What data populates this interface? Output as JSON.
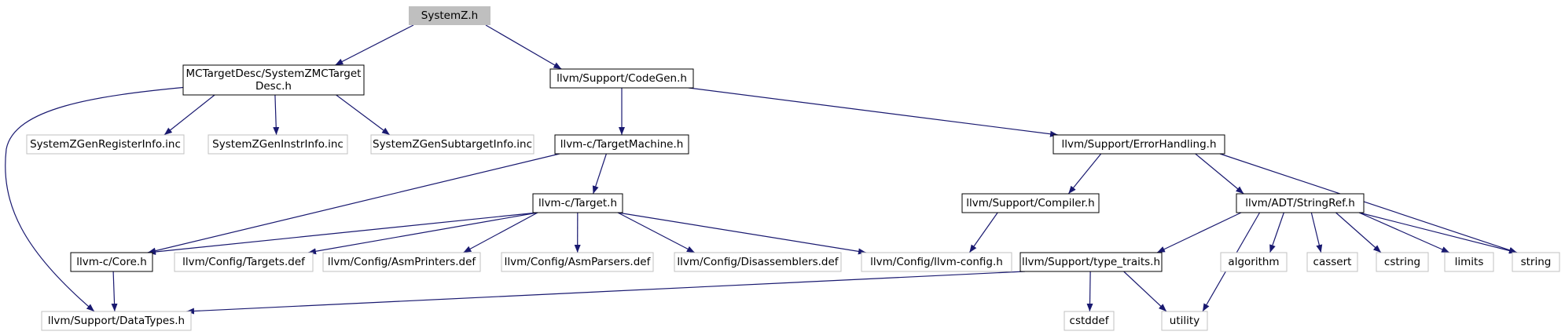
{
  "colors": {
    "edge": "#191970",
    "root_fill": "#bfbfbf",
    "dark_border": "#000000",
    "light_border": "#c0c0c0",
    "background": "#ffffff"
  },
  "nodes": [
    {
      "id": "systemz",
      "lines": [
        "SystemZ.h"
      ],
      "style": "root"
    },
    {
      "id": "mctarget",
      "lines": [
        "MCTargetDesc/SystemZMCTarget",
        "Desc.h"
      ],
      "style": "dark"
    },
    {
      "id": "codegen",
      "lines": [
        "llvm/Support/CodeGen.h"
      ],
      "style": "dark"
    },
    {
      "id": "reginfo",
      "lines": [
        "SystemZGenRegisterInfo.inc"
      ],
      "style": "light"
    },
    {
      "id": "instrinfo",
      "lines": [
        "SystemZGenInstrInfo.inc"
      ],
      "style": "light"
    },
    {
      "id": "subtarget",
      "lines": [
        "SystemZGenSubtargetInfo.inc"
      ],
      "style": "light"
    },
    {
      "id": "targetmachine",
      "lines": [
        "llvm-c/TargetMachine.h"
      ],
      "style": "dark"
    },
    {
      "id": "errorhandling",
      "lines": [
        "llvm/Support/ErrorHandling.h"
      ],
      "style": "dark"
    },
    {
      "id": "target",
      "lines": [
        "llvm-c/Target.h"
      ],
      "style": "dark"
    },
    {
      "id": "compiler",
      "lines": [
        "llvm/Support/Compiler.h"
      ],
      "style": "dark"
    },
    {
      "id": "stringref",
      "lines": [
        "llvm/ADT/StringRef.h"
      ],
      "style": "dark"
    },
    {
      "id": "core",
      "lines": [
        "llvm-c/Core.h"
      ],
      "style": "dark"
    },
    {
      "id": "targetsdef",
      "lines": [
        "llvm/Config/Targets.def"
      ],
      "style": "light"
    },
    {
      "id": "asmprinters",
      "lines": [
        "llvm/Config/AsmPrinters.def"
      ],
      "style": "light"
    },
    {
      "id": "asmparsers",
      "lines": [
        "llvm/Config/AsmParsers.def"
      ],
      "style": "light"
    },
    {
      "id": "disassemblers",
      "lines": [
        "llvm/Config/Disassemblers.def"
      ],
      "style": "light"
    },
    {
      "id": "llvmconfig",
      "lines": [
        "llvm/Config/llvm-config.h"
      ],
      "style": "light"
    },
    {
      "id": "typetraits",
      "lines": [
        "llvm/Support/type_traits.h"
      ],
      "style": "dark"
    },
    {
      "id": "algorithm",
      "lines": [
        "algorithm"
      ],
      "style": "light"
    },
    {
      "id": "cassert",
      "lines": [
        "cassert"
      ],
      "style": "light"
    },
    {
      "id": "cstring",
      "lines": [
        "cstring"
      ],
      "style": "light"
    },
    {
      "id": "limits",
      "lines": [
        "limits"
      ],
      "style": "light"
    },
    {
      "id": "string",
      "lines": [
        "string"
      ],
      "style": "light"
    },
    {
      "id": "datatypes",
      "lines": [
        "llvm/Support/DataTypes.h"
      ],
      "style": "light"
    },
    {
      "id": "cstddef",
      "lines": [
        "cstddef"
      ],
      "style": "light"
    },
    {
      "id": "utility",
      "lines": [
        "utility"
      ],
      "style": "light"
    }
  ],
  "edges": [
    {
      "from": "systemz",
      "to": "mctarget"
    },
    {
      "from": "systemz",
      "to": "codegen"
    },
    {
      "from": "mctarget",
      "to": "reginfo"
    },
    {
      "from": "mctarget",
      "to": "instrinfo"
    },
    {
      "from": "mctarget",
      "to": "subtarget"
    },
    {
      "from": "mctarget",
      "to": "datatypes"
    },
    {
      "from": "codegen",
      "to": "targetmachine"
    },
    {
      "from": "codegen",
      "to": "errorhandling"
    },
    {
      "from": "targetmachine",
      "to": "target"
    },
    {
      "from": "targetmachine",
      "to": "core"
    },
    {
      "from": "target",
      "to": "core"
    },
    {
      "from": "target",
      "to": "targetsdef"
    },
    {
      "from": "target",
      "to": "asmprinters"
    },
    {
      "from": "target",
      "to": "asmparsers"
    },
    {
      "from": "target",
      "to": "disassemblers"
    },
    {
      "from": "target",
      "to": "llvmconfig"
    },
    {
      "from": "errorhandling",
      "to": "compiler"
    },
    {
      "from": "errorhandling",
      "to": "stringref"
    },
    {
      "from": "errorhandling",
      "to": "string"
    },
    {
      "from": "compiler",
      "to": "llvmconfig"
    },
    {
      "from": "stringref",
      "to": "typetraits"
    },
    {
      "from": "stringref",
      "to": "algorithm"
    },
    {
      "from": "stringref",
      "to": "cassert"
    },
    {
      "from": "stringref",
      "to": "cstring"
    },
    {
      "from": "stringref",
      "to": "limits"
    },
    {
      "from": "stringref",
      "to": "string"
    },
    {
      "from": "stringref",
      "to": "utility"
    },
    {
      "from": "core",
      "to": "datatypes"
    },
    {
      "from": "typetraits",
      "to": "datatypes"
    },
    {
      "from": "typetraits",
      "to": "cstddef"
    },
    {
      "from": "typetraits",
      "to": "utility"
    }
  ]
}
